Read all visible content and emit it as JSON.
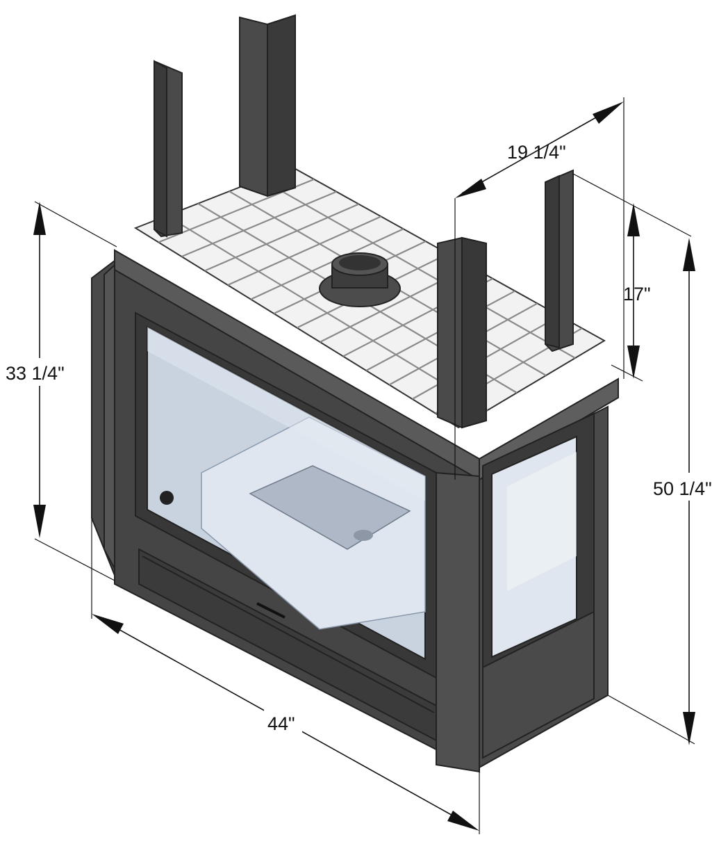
{
  "dimensions": {
    "depth": "19 1/4\"",
    "top_section_height": "17\"",
    "body_height": "33 1/4\"",
    "overall_height": "50 1/4\"",
    "width": "44\""
  },
  "colors": {
    "frame": "#3f3f3f",
    "frame_light": "#5a5a5a",
    "glass": "#c9d3e0",
    "glass_light": "#e3e9f1",
    "firebox": "#dfe6ef",
    "insulation": "#f2f2f2",
    "grid": "#8a8a8a"
  }
}
